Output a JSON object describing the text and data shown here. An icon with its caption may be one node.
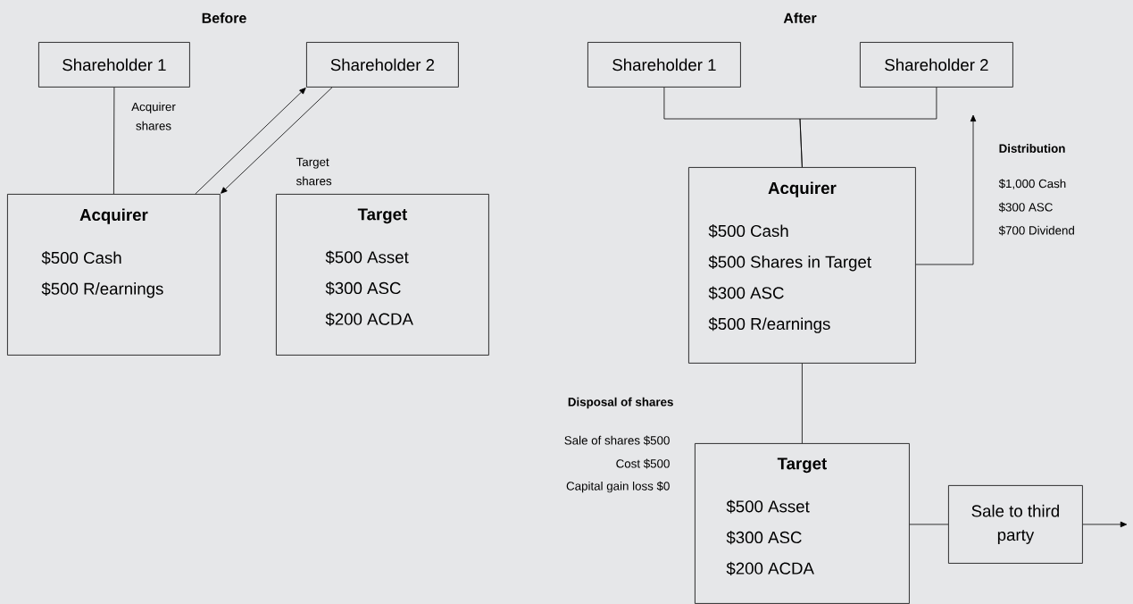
{
  "diagram": {
    "nodes": [
      {
        "text": [
          "Shareholder 1"
        ]
      },
      {
        "text": [
          "Shareholder 2"
        ]
      },
      {
        "text": [
          "Acquirer",
          "$500 Cash",
          "$500 R/earnings"
        ]
      },
      {
        "text": [
          "Target",
          "$500 Asset",
          "$300 ASC",
          "$200 ACDA"
        ]
      },
      {
        "text": [
          "Shareholder 1"
        ]
      },
      {
        "text": [
          "Shareholder 2"
        ]
      },
      {
        "text": [
          "Acquirer",
          "$500 Cash",
          "$500 Shares in Target",
          "$300 ASC",
          "$500 R/earnings"
        ]
      },
      {
        "text": [
          "Target",
          "$500 Asset",
          "$300 ASC",
          "$200 ACDA"
        ]
      },
      {
        "text": [
          "Sale to third party"
        ]
      }
    ],
    "edges": [
      {
        "from": 0,
        "to": 2,
        "arrow": "none",
        "label": "Acquirer shares"
      },
      {
        "from": 2,
        "to": 1,
        "arrow": "to"
      },
      {
        "from": 1,
        "to": 2,
        "arrow": "to",
        "label": "Target shares"
      },
      {
        "from": 4,
        "to": 6,
        "arrow": "none"
      },
      {
        "from": 5,
        "to": 6,
        "arrow": "none"
      },
      {
        "from": 6,
        "to": null,
        "arrow": "to"
      },
      {
        "from": 6,
        "to": 7,
        "arrow": "none"
      },
      {
        "from": 7,
        "to": 8,
        "arrow": "none"
      },
      {
        "from": 8,
        "to": null,
        "arrow": "to"
      }
    ],
    "labels": [
      "Before",
      "After",
      "Distribution",
      "$1,000 Cash",
      "$300 ASC",
      "$700 Dividend",
      "Disposal of shares",
      "Sale of shares $500",
      "Cost $500",
      "Capital gain loss $0"
    ]
  }
}
